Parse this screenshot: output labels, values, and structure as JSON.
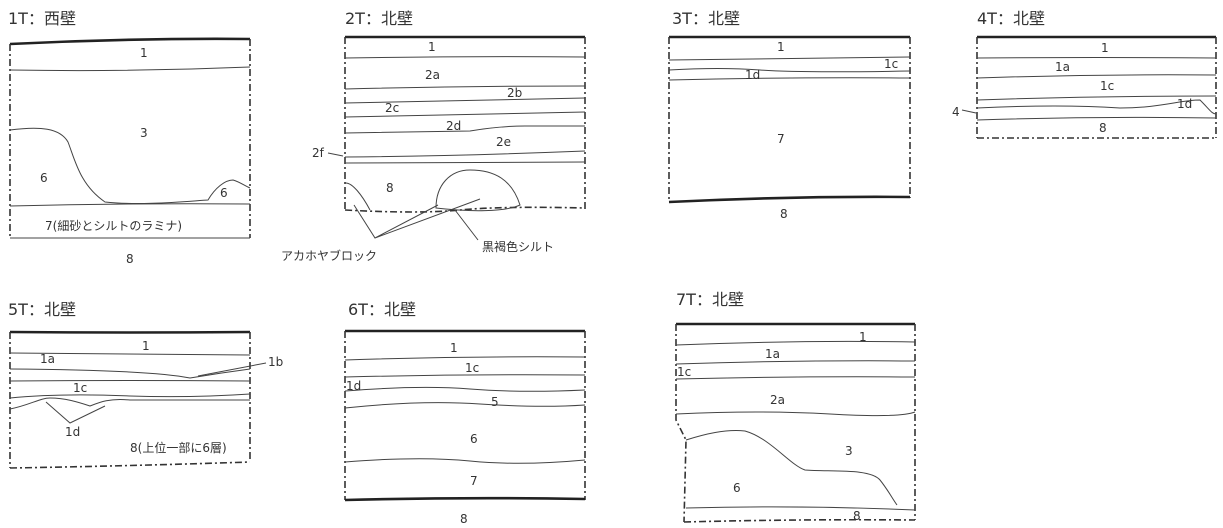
{
  "panels": {
    "p1": {
      "title": "1T：西壁",
      "labels": {
        "l1": "1",
        "l3": "3",
        "l6a": "6",
        "l6b": "6",
        "l7": "7(細砂とシルトのラミナ)",
        "l8": "8"
      }
    },
    "p2": {
      "title": "2T：北壁",
      "labels": {
        "l1": "1",
        "l2a": "2a",
        "l2b": "2b",
        "l2c": "2c",
        "l2d": "2d",
        "l2e": "2e",
        "l2f": "2f",
        "l8": "8"
      },
      "notes": {
        "akahoya": "アカホヤブロック",
        "silt": "黒褐色シルト"
      }
    },
    "p3": {
      "title": "3T：北壁",
      "labels": {
        "l1": "1",
        "l1c": "1c",
        "l1d": "1d",
        "l7": "7",
        "l8": "8"
      }
    },
    "p4": {
      "title": "4T：北壁",
      "labels": {
        "l1": "1",
        "l1a": "1a",
        "l1c": "1c",
        "l1d": "1d",
        "l4": "4",
        "l8": "8"
      }
    },
    "p5": {
      "title": "5T：北壁",
      "labels": {
        "l1": "1",
        "l1a": "1a",
        "l1b": "1b",
        "l1c": "1c",
        "l1d": "1d",
        "l8": "8(上位一部に6層)"
      }
    },
    "p6": {
      "title": "6T：北壁",
      "labels": {
        "l1": "1",
        "l1c": "1c",
        "l1d": "1d",
        "l5": "5",
        "l6": "6",
        "l7": "7",
        "l8": "8"
      }
    },
    "p7": {
      "title": "7T：北壁",
      "labels": {
        "l1": "1",
        "l1a": "1a",
        "l1c": "1c",
        "l2a": "2a",
        "l3": "3",
        "l6": "6",
        "l8": "8"
      }
    }
  }
}
